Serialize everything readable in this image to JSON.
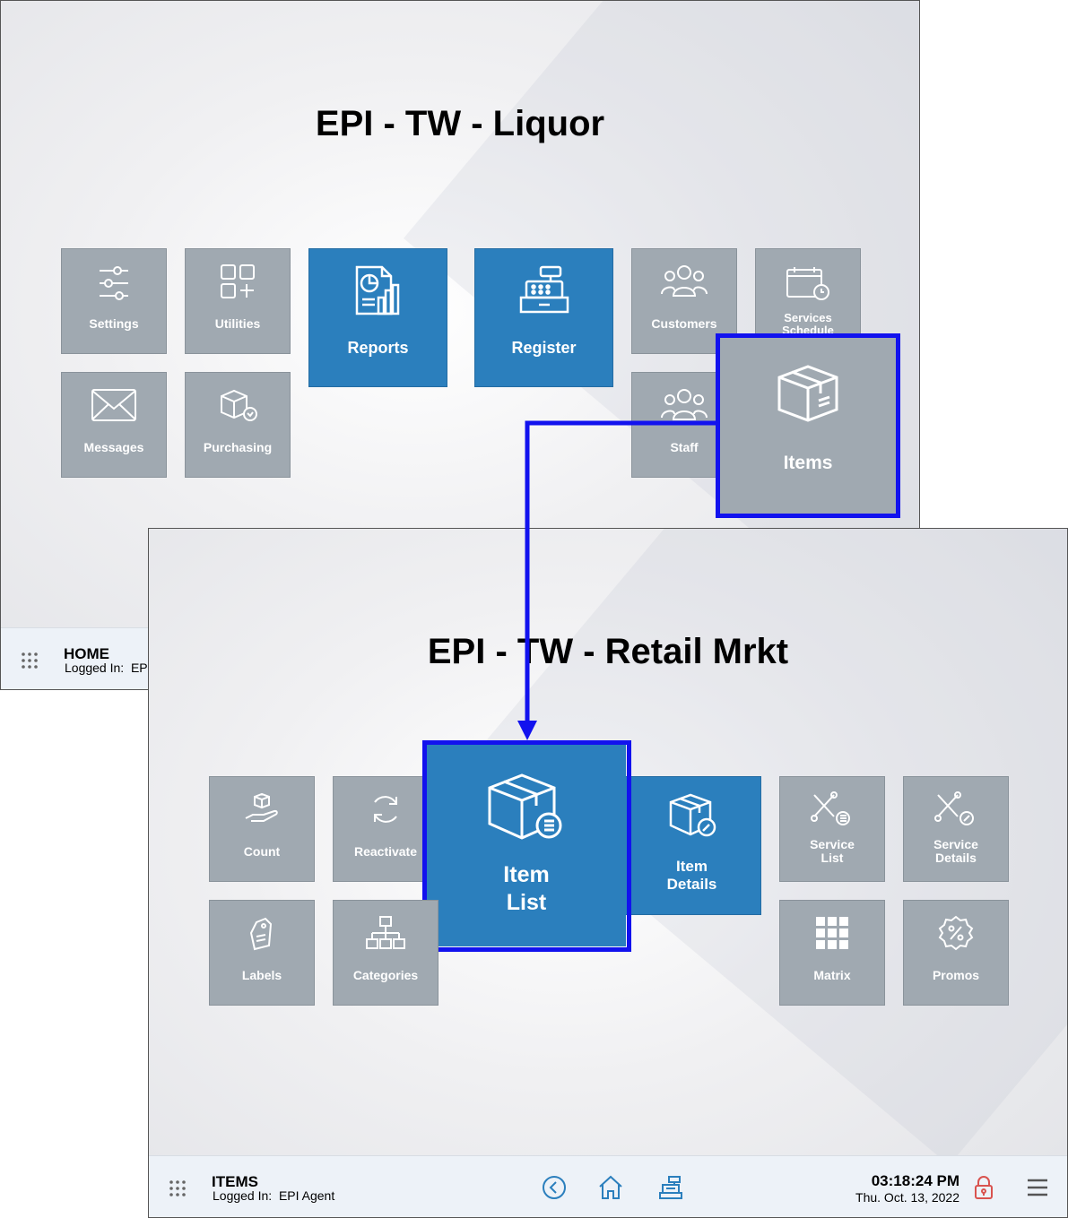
{
  "screen1": {
    "title": "EPI - TW - Liquor",
    "tiles": {
      "settings": "Settings",
      "utilities": "Utilities",
      "reports": "Reports",
      "register": "Register",
      "customers": "Customers",
      "services_schedule": "Services Schedule",
      "messages": "Messages",
      "purchasing": "Purchasing",
      "staff": "Staff",
      "items": "Items"
    },
    "footer": {
      "page": "HOME",
      "logged_in_label": "Logged In:",
      "user": "EPI Agent"
    }
  },
  "screen2": {
    "title": "EPI - TW - Retail Mrkt",
    "tiles": {
      "count": "Count",
      "reactivate": "Reactivate",
      "item_list_1": "Item",
      "item_list_2": "List",
      "item_details_1": "Item",
      "item_details_2": "Details",
      "service_list_1": "Service",
      "service_list_2": "List",
      "service_details_1": "Service",
      "service_details_2": "Details",
      "labels": "Labels",
      "categories": "Categories",
      "matrix": "Matrix",
      "promos": "Promos"
    },
    "footer": {
      "page": "ITEMS",
      "logged_in_label": "Logged In:",
      "user": "EPI Agent",
      "time": "03:18:24 PM",
      "date": "Thu. Oct. 13, 2022"
    }
  },
  "annotation": {
    "highlight_color": "#1212ee"
  },
  "colors": {
    "tile_gray": "#a0a9b1",
    "tile_blue": "#2b7fbd",
    "footer_bg": "#edf2f8"
  },
  "icons": [
    "settings-sliders-icon",
    "utilities-apps-icon",
    "reports-document-chart-icon",
    "register-cash-icon",
    "customers-group-icon",
    "calendar-clock-icon",
    "envelope-icon",
    "purchasing-box-icon",
    "staff-group-icon",
    "box-icon",
    "count-hand-box-icon",
    "refresh-icon",
    "box-list-icon",
    "box-edit-icon",
    "tools-list-icon",
    "tools-compass-icon",
    "price-tag-icon",
    "hierarchy-icon",
    "matrix-grid-icon",
    "discount-badge-icon",
    "apps-grid-icon",
    "back-icon",
    "home-icon",
    "register-icon",
    "lock-icon",
    "menu-icon"
  ]
}
